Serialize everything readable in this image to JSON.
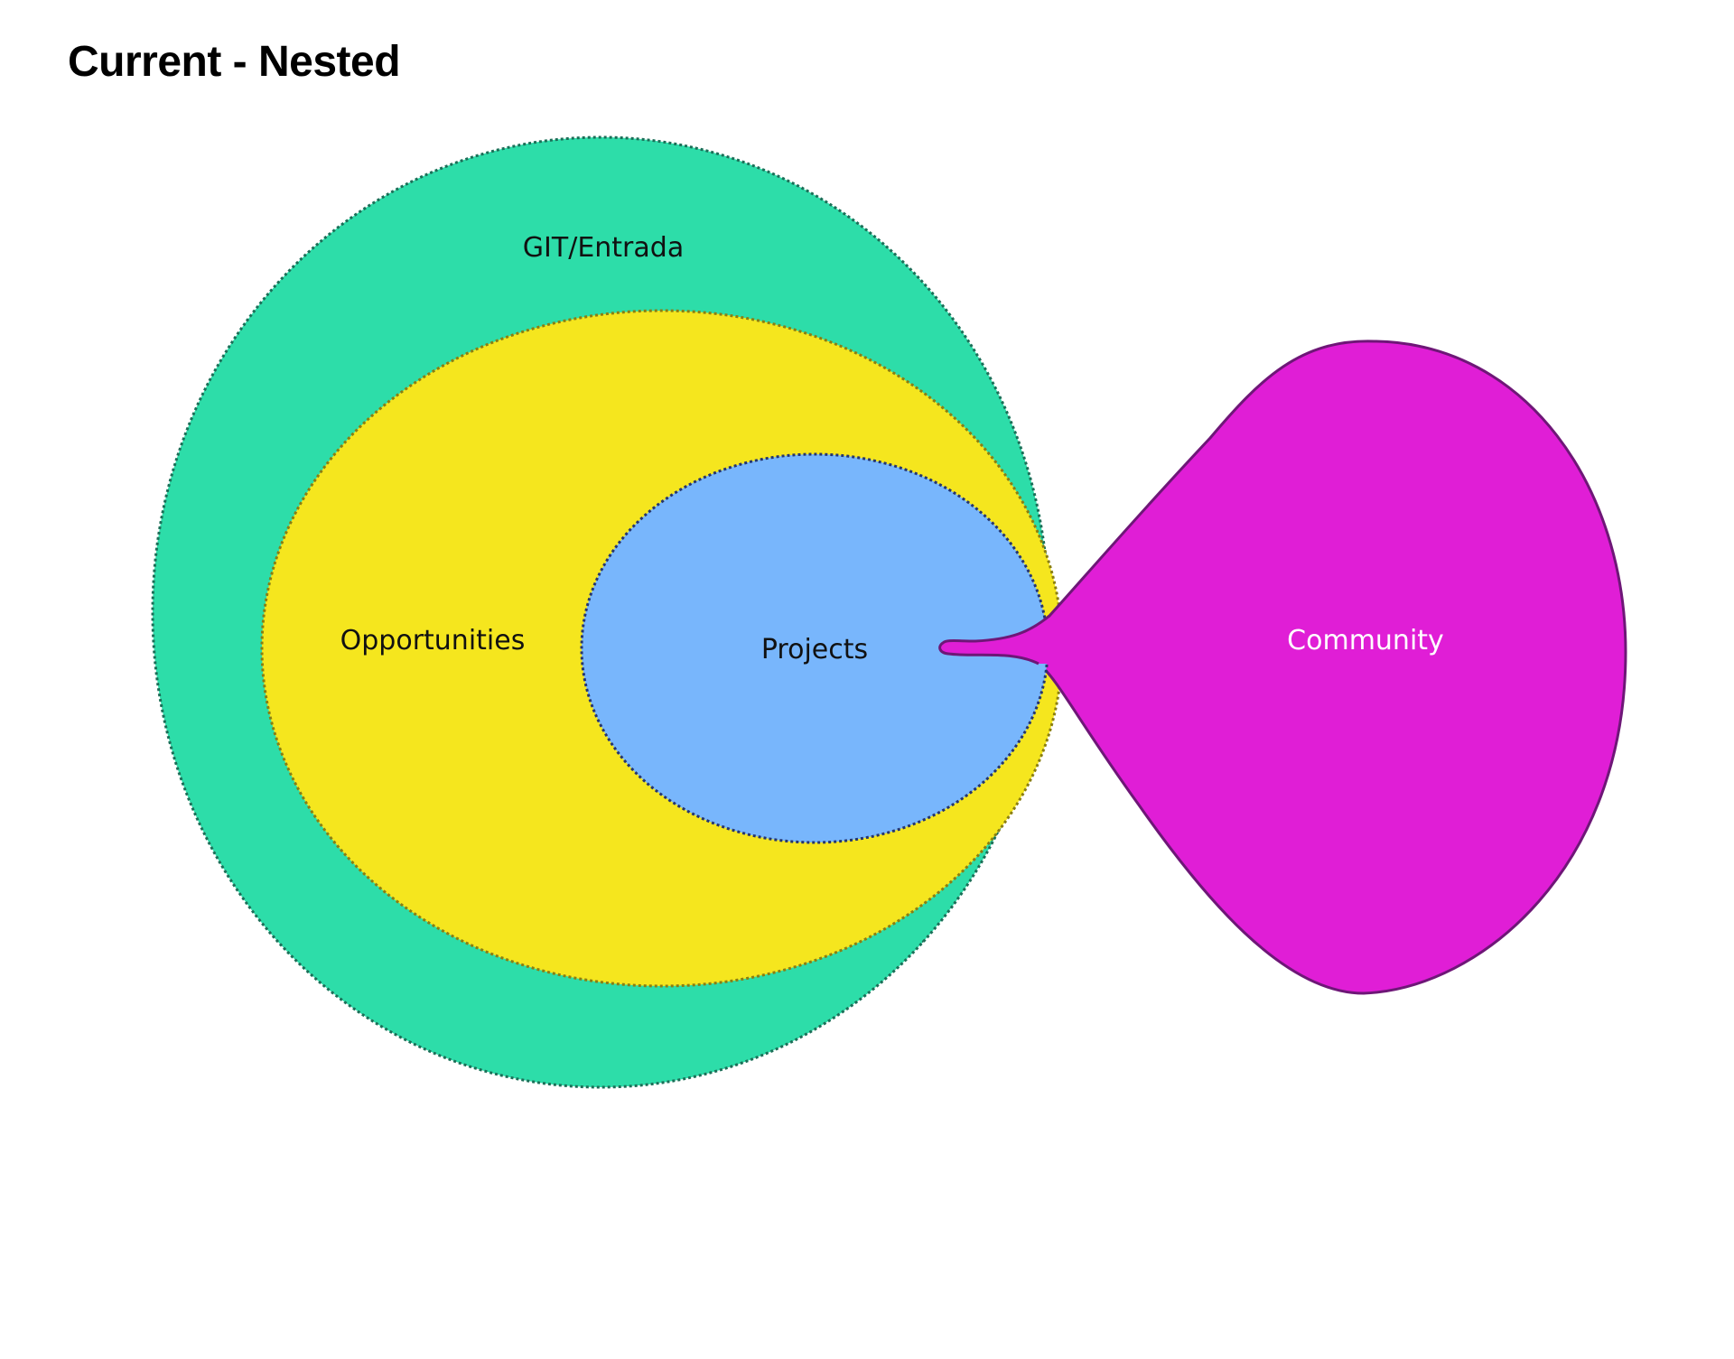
{
  "title": "Current - Nested",
  "regions": {
    "git_entrada": {
      "label": "GIT/Entrada",
      "fill": "#2DDDA9",
      "stroke": "#1B6E57"
    },
    "opportunities": {
      "label": "Opportunities",
      "fill": "#F5E61E",
      "stroke": "#8A7E12"
    },
    "projects": {
      "label": "Projects",
      "fill": "#78B6FC",
      "stroke": "#25356F"
    },
    "community": {
      "label": "Community",
      "fill": "#E01ED6",
      "stroke": "#6E1777"
    }
  }
}
